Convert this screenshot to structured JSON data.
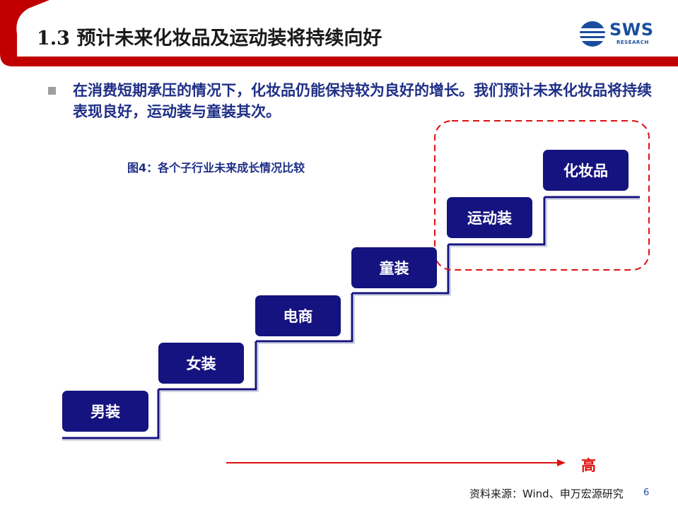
{
  "header": {
    "title": "1.3 预计未来化妆品及运动装将持续向好",
    "logo_text": "SWS",
    "logo_subtext": "RESEARCH",
    "accent_color": "#c00000"
  },
  "bullet": {
    "text": "在消费短期承压的情况下，化妆品仍能保持较为良好的增长。我们预计未来化妆品将持续表现良好，运动装与童装其次。"
  },
  "figure": {
    "caption": "图4：各个子行业未来成长情况比较",
    "steps": [
      "男装",
      "女装",
      "电商",
      "童装",
      "运动装",
      "化妆品"
    ],
    "highlighted_steps": [
      "运动装",
      "化妆品"
    ],
    "step_color": "#15137f",
    "highlight_color": "#e01010",
    "arrow_label": "高"
  },
  "footer": {
    "source": "资料来源：Wind、申万宏源研究",
    "page_number": "6"
  }
}
